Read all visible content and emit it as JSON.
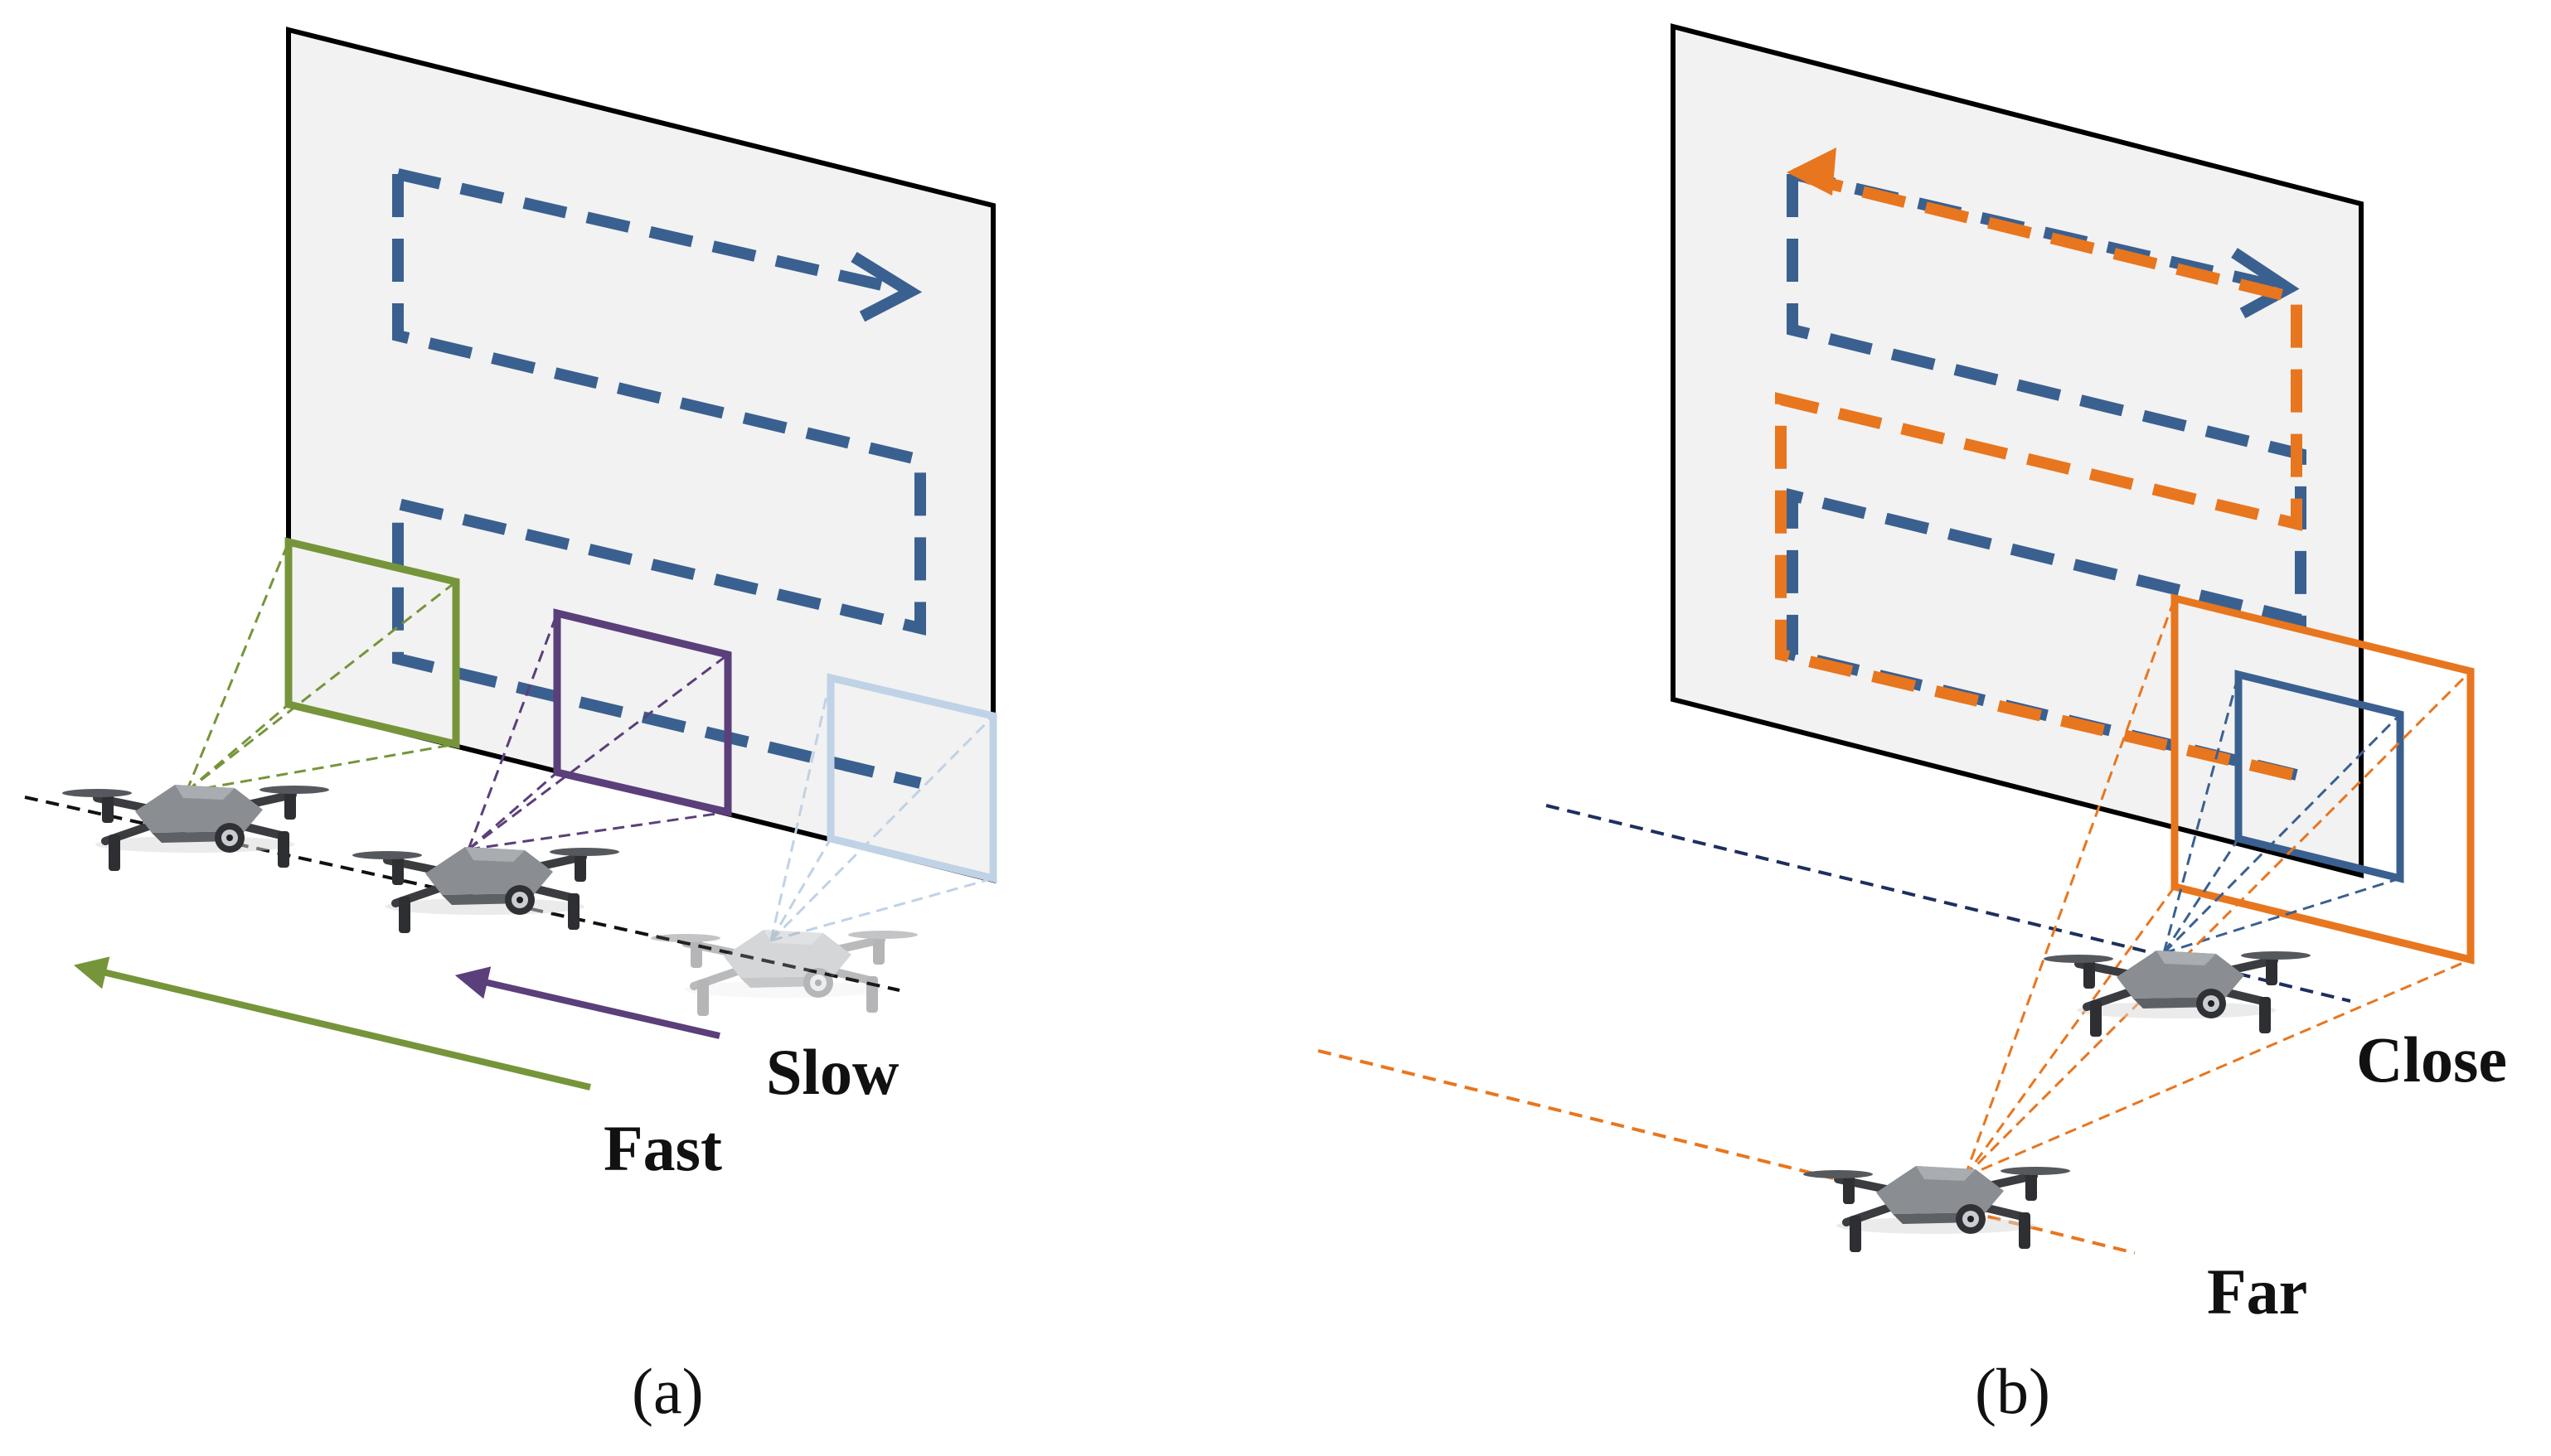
{
  "panel_a": {
    "caption": "(a)",
    "label_slow": "Slow",
    "label_fast": "Fast"
  },
  "panel_b": {
    "caption": "(b)",
    "label_close": "Close",
    "label_far": "Far"
  },
  "colors": {
    "wall_fill": "#f2f2f2",
    "wall_edge": "#000000",
    "path_blue": "#3a6090",
    "path_orange": "#e8761e",
    "frame_green": "#76953a",
    "frame_purple": "#5b3f7a",
    "frame_light": "#c0d2e6",
    "track_dark_blue": "#1d2f5e",
    "drone_body": "#8a8d92",
    "drone_dark": "#3a3c40"
  }
}
